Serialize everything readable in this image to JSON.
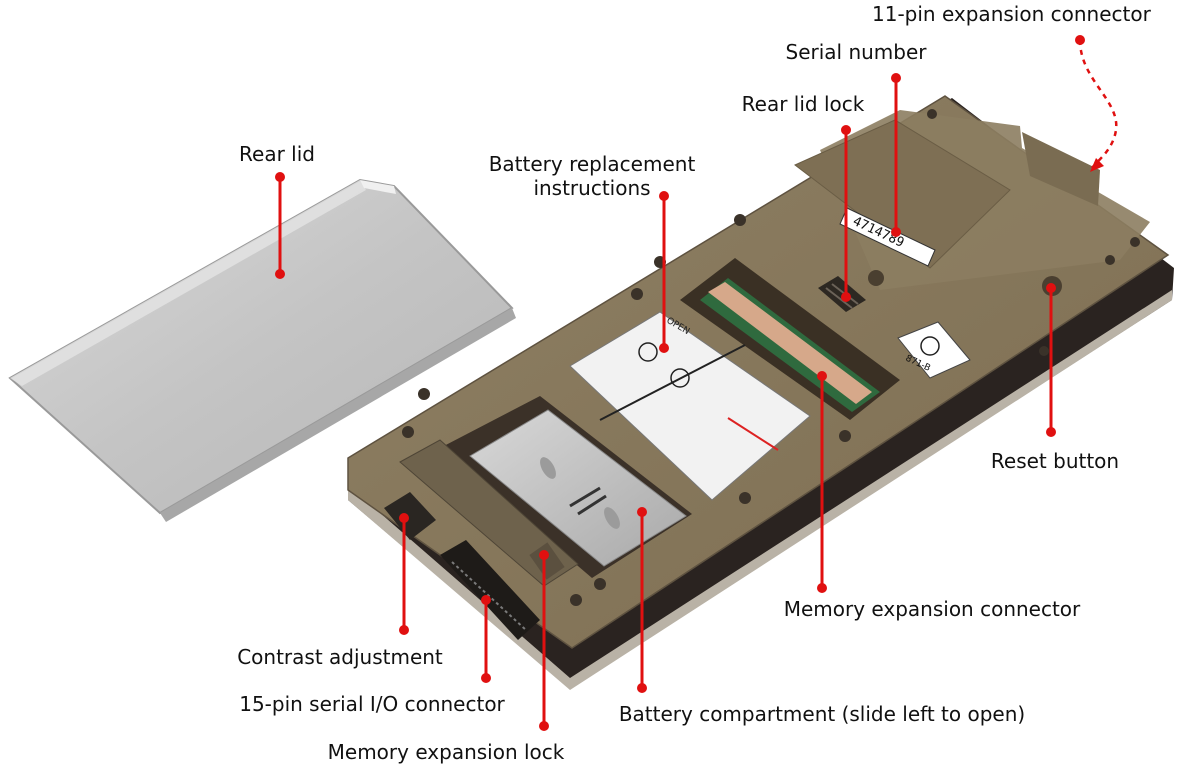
{
  "labels": {
    "expansion_11pin": "11-pin expansion connector",
    "serial_number": "Serial number",
    "rear_lid_lock": "Rear lid lock",
    "rear_lid": "Rear lid",
    "battery_instructions": "Battery replacement instructions",
    "reset_button": "Reset button",
    "memory_expansion_connector": "Memory expansion connector",
    "contrast_adjustment": "Contrast adjustment",
    "serial_io_connector": "15-pin serial I/O connector",
    "battery_compartment": "Battery compartment (slide left to open)",
    "memory_expansion_lock": "Memory expansion lock"
  },
  "device_text": {
    "serial": "4714789",
    "open_marking": "OPEN",
    "sticker_code": "871-B"
  },
  "colors": {
    "marker": "#e01010",
    "case": "#8a7a5c",
    "case_dark": "#5e5240",
    "lid_metal": "#c9c9c9"
  }
}
